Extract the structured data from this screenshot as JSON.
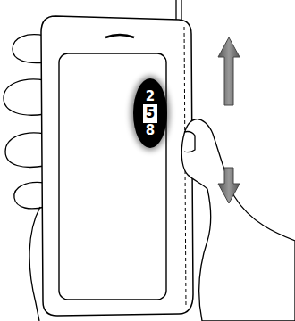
{
  "diagram": {
    "nodes": [
      {
        "text": [
          "2",
          "5",
          "8"
        ]
      }
    ]
  }
}
